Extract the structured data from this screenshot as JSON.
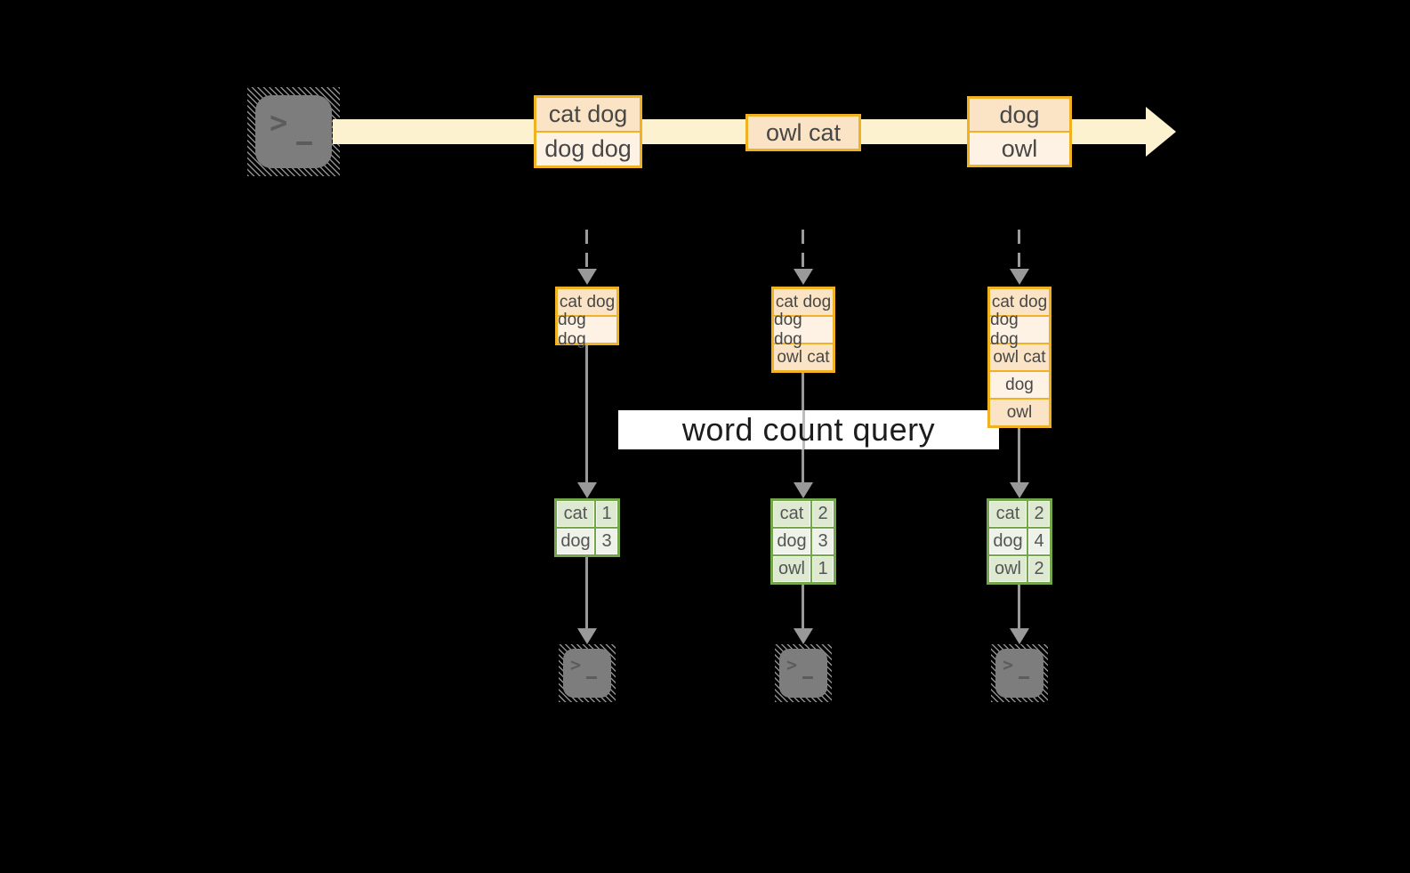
{
  "diagram": {
    "query_label": "word count query",
    "prompt_glyph": ">",
    "colors": {
      "stream_band": "#fcf2cf",
      "record_box_border": "#f0b123",
      "record_fill_dark": "#fbe3c5",
      "record_fill_light": "#fdf2e4",
      "count_table_border": "#74a74b",
      "count_fill_dark": "#dde9d1",
      "count_fill_light": "#edf3e8",
      "arrow_gray": "#999999",
      "terminal_gray": "#7d7d7d",
      "query_band_bg": "#ffffff"
    },
    "timeline_batches": [
      {
        "records": [
          "cat dog",
          "dog dog"
        ]
      },
      {
        "records": [
          "owl cat"
        ]
      },
      {
        "records": [
          "dog",
          "owl"
        ]
      }
    ],
    "columns": [
      {
        "input_records": [
          "cat dog",
          "dog dog"
        ],
        "counts": [
          {
            "word": "cat",
            "value": "1"
          },
          {
            "word": "dog",
            "value": "3"
          }
        ]
      },
      {
        "input_records": [
          "cat dog",
          "dog dog",
          "owl cat"
        ],
        "counts": [
          {
            "word": "cat",
            "value": "2"
          },
          {
            "word": "dog",
            "value": "3"
          },
          {
            "word": "owl",
            "value": "1"
          }
        ]
      },
      {
        "input_records": [
          "cat dog",
          "dog dog",
          "owl cat",
          "dog",
          "owl"
        ],
        "counts": [
          {
            "word": "cat",
            "value": "2"
          },
          {
            "word": "dog",
            "value": "4"
          },
          {
            "word": "owl",
            "value": "2"
          }
        ]
      }
    ]
  }
}
